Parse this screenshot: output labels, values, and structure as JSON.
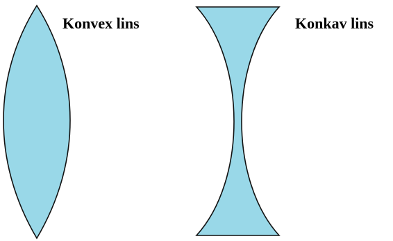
{
  "lenses": [
    {
      "label": "Konvex lins",
      "kind": "convex",
      "fill": "#99d8e8",
      "stroke": "#111111"
    },
    {
      "label": "Konkav lins",
      "kind": "concave",
      "fill": "#99d8e8",
      "stroke": "#111111"
    }
  ]
}
